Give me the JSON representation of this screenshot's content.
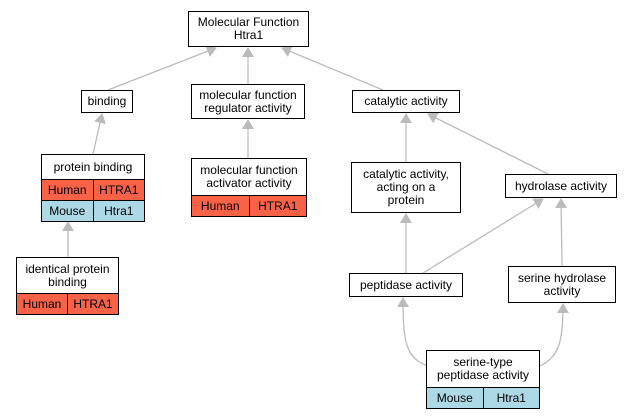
{
  "colors": {
    "human": "#f96247",
    "mouse": "#add8e6",
    "edge": "#bbbbbb"
  },
  "nodes": {
    "root": {
      "label": "Molecular Function\nHtra1"
    },
    "binding": {
      "label": "binding"
    },
    "mf_regulator": {
      "label": "molecular function\nregulator activity"
    },
    "catalytic": {
      "label": "catalytic activity"
    },
    "protein_binding": {
      "label": "protein binding",
      "rows": [
        {
          "species": "Human",
          "gene": "HTRA1"
        },
        {
          "species": "Mouse",
          "gene": "Htra1"
        }
      ]
    },
    "mf_activator": {
      "label": "molecular function\nactivator activity",
      "rows": [
        {
          "species": "Human",
          "gene": "HTRA1"
        }
      ]
    },
    "catalytic_protein": {
      "label": "catalytic activity,\nacting on a\nprotein"
    },
    "hydrolase": {
      "label": "hydrolase activity"
    },
    "identical_binding": {
      "label": "identical protein\nbinding",
      "rows": [
        {
          "species": "Human",
          "gene": "HTRA1"
        }
      ]
    },
    "peptidase": {
      "label": "peptidase activity"
    },
    "serine_hydrolase": {
      "label": "serine hydrolase\nactivity"
    },
    "serine_peptidase": {
      "label": "serine-type\npeptidase activity",
      "rows": [
        {
          "species": "Mouse",
          "gene": "Htra1"
        }
      ]
    }
  }
}
